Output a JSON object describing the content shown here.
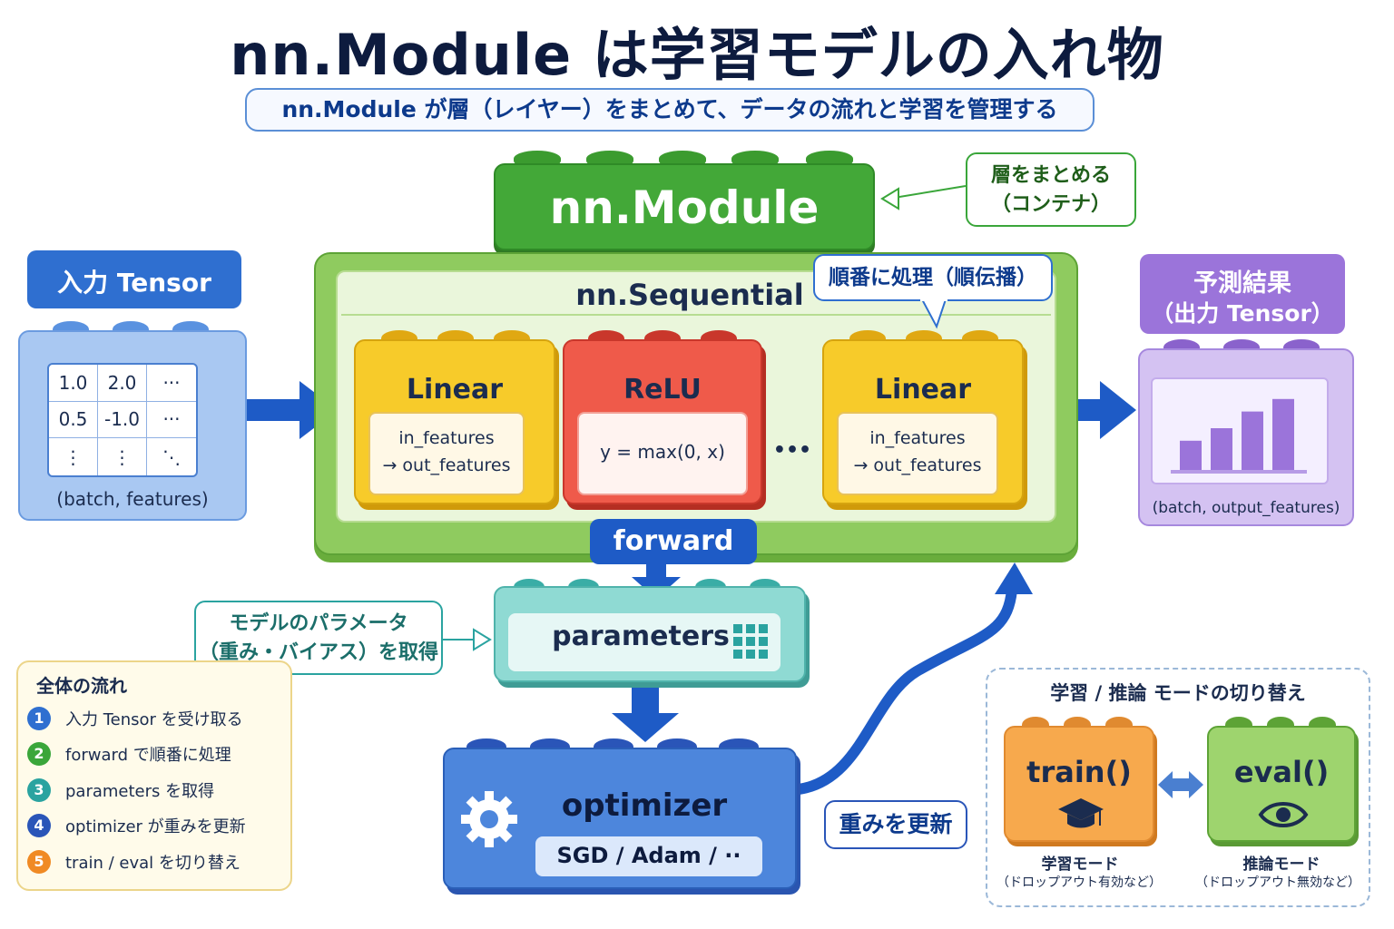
{
  "title": "nn.Module は学習モデルの入れ物",
  "subtitle": "nn.Module が層（レイヤー）をまとめて、データの流れと学習を管理する",
  "module": {
    "label": "nn.Module",
    "callout_line1": "層をまとめる",
    "callout_line2": "（コンテナ）"
  },
  "input": {
    "header": "入力 Tensor",
    "matrix": [
      "1.0",
      "2.0",
      "···",
      "0.5",
      "-1.0",
      "···",
      "⋮",
      "⋮",
      "⋱"
    ],
    "shape": "(batch, features)"
  },
  "sequential": {
    "label": "nn.Sequential",
    "callout": "順番に処理（順伝播）",
    "layers": [
      {
        "name": "Linear",
        "line1": "in_features",
        "line2": "→ out_features"
      },
      {
        "name": "ReLU",
        "line1": "y = max(0, x)",
        "line2": ""
      },
      {
        "name": "Linear",
        "line1": "in_features",
        "line2": "→ out_features"
      }
    ],
    "ellipsis": "•••"
  },
  "output": {
    "header_line1": "予測結果",
    "header_line2": "（出力 Tensor）",
    "shape": "(batch, output_features)",
    "bars": [
      0.35,
      0.5,
      0.7,
      0.85
    ]
  },
  "forward": {
    "label": "forward"
  },
  "parameters": {
    "label": "parameters",
    "callout_line1": "モデルのパラメータ",
    "callout_line2": "（重み・バイアス）を取得"
  },
  "optimizer": {
    "label": "optimizer",
    "algos": "SGD / Adam / ··",
    "callout": "重みを更新"
  },
  "flow": {
    "title": "全体の流れ",
    "steps": [
      {
        "num": "1",
        "text": "入力 Tensor を受け取る",
        "color": "#2f6fd0"
      },
      {
        "num": "2",
        "text": "forward で順番に処理",
        "color": "#3aa63a"
      },
      {
        "num": "3",
        "text": "parameters を取得",
        "color": "#2aa3a0"
      },
      {
        "num": "4",
        "text": "optimizer が重みを更新",
        "color": "#2a55b8"
      },
      {
        "num": "5",
        "text": "train / eval を切り替え",
        "color": "#f08a24"
      }
    ]
  },
  "modes": {
    "title": "学習 / 推論 モードの切り替え",
    "train": {
      "label": "train()",
      "caption_line1": "学習モード",
      "caption_line2": "（ドロップアウト有効など）"
    },
    "eval": {
      "label": "eval()",
      "caption_line1": "推論モード",
      "caption_line2": "（ドロップアウト無効など）"
    }
  }
}
